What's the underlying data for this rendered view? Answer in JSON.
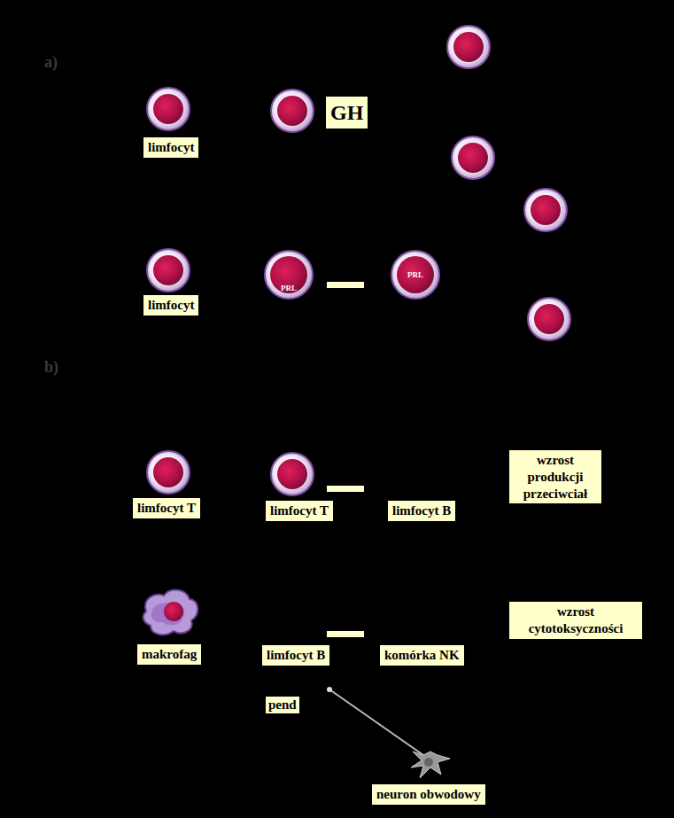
{
  "diagram": {
    "nodes": [
      {
        "text": [
          "limfocyt"
        ]
      },
      {
        "text": [
          "GH"
        ]
      },
      {
        "text": [
          "limfocyt"
        ]
      },
      {
        "text": [
          "PRL"
        ]
      },
      {
        "text": [
          "PRL"
        ]
      },
      {
        "text": [
          "limfocyt T"
        ]
      },
      {
        "text": [
          "limfocyt T"
        ]
      },
      {
        "text": [
          "limfocyt B"
        ]
      },
      {
        "text": [
          "wzrost produkcji przeciwciał"
        ]
      },
      {
        "text": [
          "makrofag"
        ]
      },
      {
        "text": [
          "limfocyt B"
        ]
      },
      {
        "text": [
          "komórka NK"
        ]
      },
      {
        "text": [
          "wzrost cytotoksyczności"
        ]
      },
      {
        "text": [
          "neuron obwodowy"
        ]
      }
    ],
    "labels": [
      "a)",
      "b)",
      "pend"
    ]
  }
}
